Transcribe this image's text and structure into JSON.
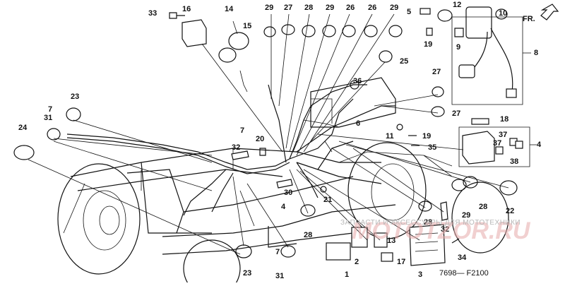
{
  "diagram": {
    "direction_label": "FR.",
    "code": "7698— F2100",
    "watermark_text": "ЗАПЧАСТИ И АКСЕССУАРЫ ДЛЯ МОТОТЕХНИКИ",
    "watermark_logo": "MOTOTZOR.RU",
    "callouts": [
      "33",
      "16",
      "14",
      "15",
      "29",
      "27",
      "28",
      "29",
      "26",
      "26",
      "29",
      "5",
      "12",
      "10",
      "8",
      "19",
      "9",
      "25",
      "23",
      "7",
      "31",
      "24",
      "36",
      "27",
      "27",
      "18",
      "6",
      "11",
      "19",
      "35",
      "37",
      "4",
      "37",
      "38",
      "7",
      "32",
      "20",
      "30",
      "4",
      "21",
      "28",
      "29",
      "28",
      "22",
      "28",
      "32",
      "2",
      "1",
      "13",
      "17",
      "3",
      "34",
      "7",
      "31",
      "23"
    ]
  }
}
